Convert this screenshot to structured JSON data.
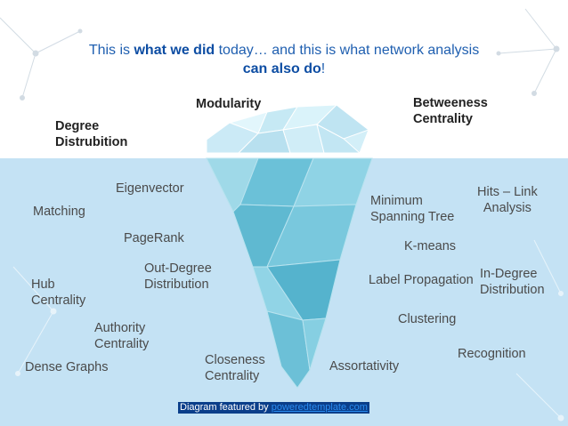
{
  "title": {
    "part1": "This is ",
    "emph1": "what we did",
    "part2": " today… and this is what network analysis",
    "emph2": "can also do",
    "part3": "!"
  },
  "above_water": {
    "degree_line1": "Degree",
    "degree_line2": "Distrubition",
    "modularity": "Modularity",
    "betweeness_line1": "Betweeness",
    "betweeness_line2": "Centrality"
  },
  "below_water": {
    "eigenvector": "Eigenvector",
    "matching": "Matching",
    "pagerank": "PageRank",
    "outdegree_line1": "Out-Degree",
    "outdegree_line2": "Distribution",
    "hub_line1": "Hub",
    "hub_line2": "Centrality",
    "authority_line1": "Authority",
    "authority_line2": "Centrality",
    "dense_graphs": "Dense Graphs",
    "closeness_line1": "Closeness",
    "closeness_line2": "Centrality",
    "assortativity": "Assortativity",
    "mst_line1": "Minimum",
    "mst_line2": "Spanning Tree",
    "hits_line1": "Hits – Link",
    "hits_line2": "Analysis",
    "kmeans": "K-means",
    "label_propagation": "Label Propagation",
    "indegree_line1": "In-Degree",
    "indegree_line2": "Distribution",
    "clustering": "Clustering",
    "recognition": "Recognition"
  },
  "footer": {
    "prefix": "Diagram featured by ",
    "link": "poweredtemplate.com"
  },
  "colors": {
    "water": "#c4e2f4",
    "ice_top": "#d3eff8",
    "ice_under": "#7ecadf",
    "title": "#1f5fb0",
    "footer_bg": "#0a3e8a"
  }
}
